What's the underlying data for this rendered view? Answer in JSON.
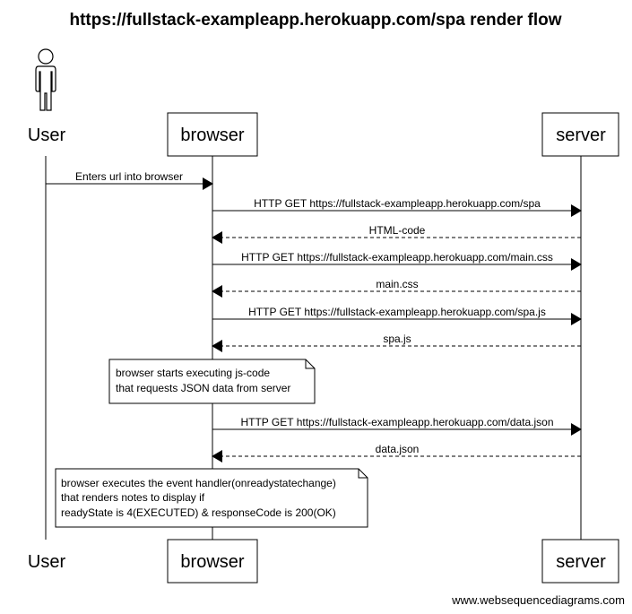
{
  "title": "https://fullstack-exampleapp.herokuapp.com/spa render flow",
  "watermark": "www.websequencediagrams.com",
  "participants": {
    "user": "User",
    "browser": "browser",
    "server": "server"
  },
  "messages": [
    {
      "from": "user",
      "to": "browser",
      "style": "solid",
      "label": "Enters url into browser"
    },
    {
      "from": "browser",
      "to": "server",
      "style": "solid",
      "label": "HTTP GET https://fullstack-exampleapp.herokuapp.com/spa"
    },
    {
      "from": "server",
      "to": "browser",
      "style": "dashed",
      "label": "HTML-code"
    },
    {
      "from": "browser",
      "to": "server",
      "style": "solid",
      "label": "HTTP GET https://fullstack-exampleapp.herokuapp.com/main.css"
    },
    {
      "from": "server",
      "to": "browser",
      "style": "dashed",
      "label": "main.css"
    },
    {
      "from": "browser",
      "to": "server",
      "style": "solid",
      "label": "HTTP GET https://fullstack-exampleapp.herokuapp.com/spa.js"
    },
    {
      "from": "server",
      "to": "browser",
      "style": "dashed",
      "label": "spa.js"
    },
    {
      "from": "browser",
      "to": "server",
      "style": "solid",
      "label": "HTTP GET https://fullstack-exampleapp.herokuapp.com/data.json"
    },
    {
      "from": "server",
      "to": "browser",
      "style": "dashed",
      "label": "data.json"
    }
  ],
  "notes": [
    {
      "lines": [
        "browser starts executing js-code",
        "that requests JSON data from server"
      ]
    },
    {
      "lines": [
        "browser executes the event handler(onreadystatechange)",
        "that renders notes to display if",
        "readyState is 4(EXECUTED) & responseCode is 200(OK)"
      ]
    }
  ]
}
